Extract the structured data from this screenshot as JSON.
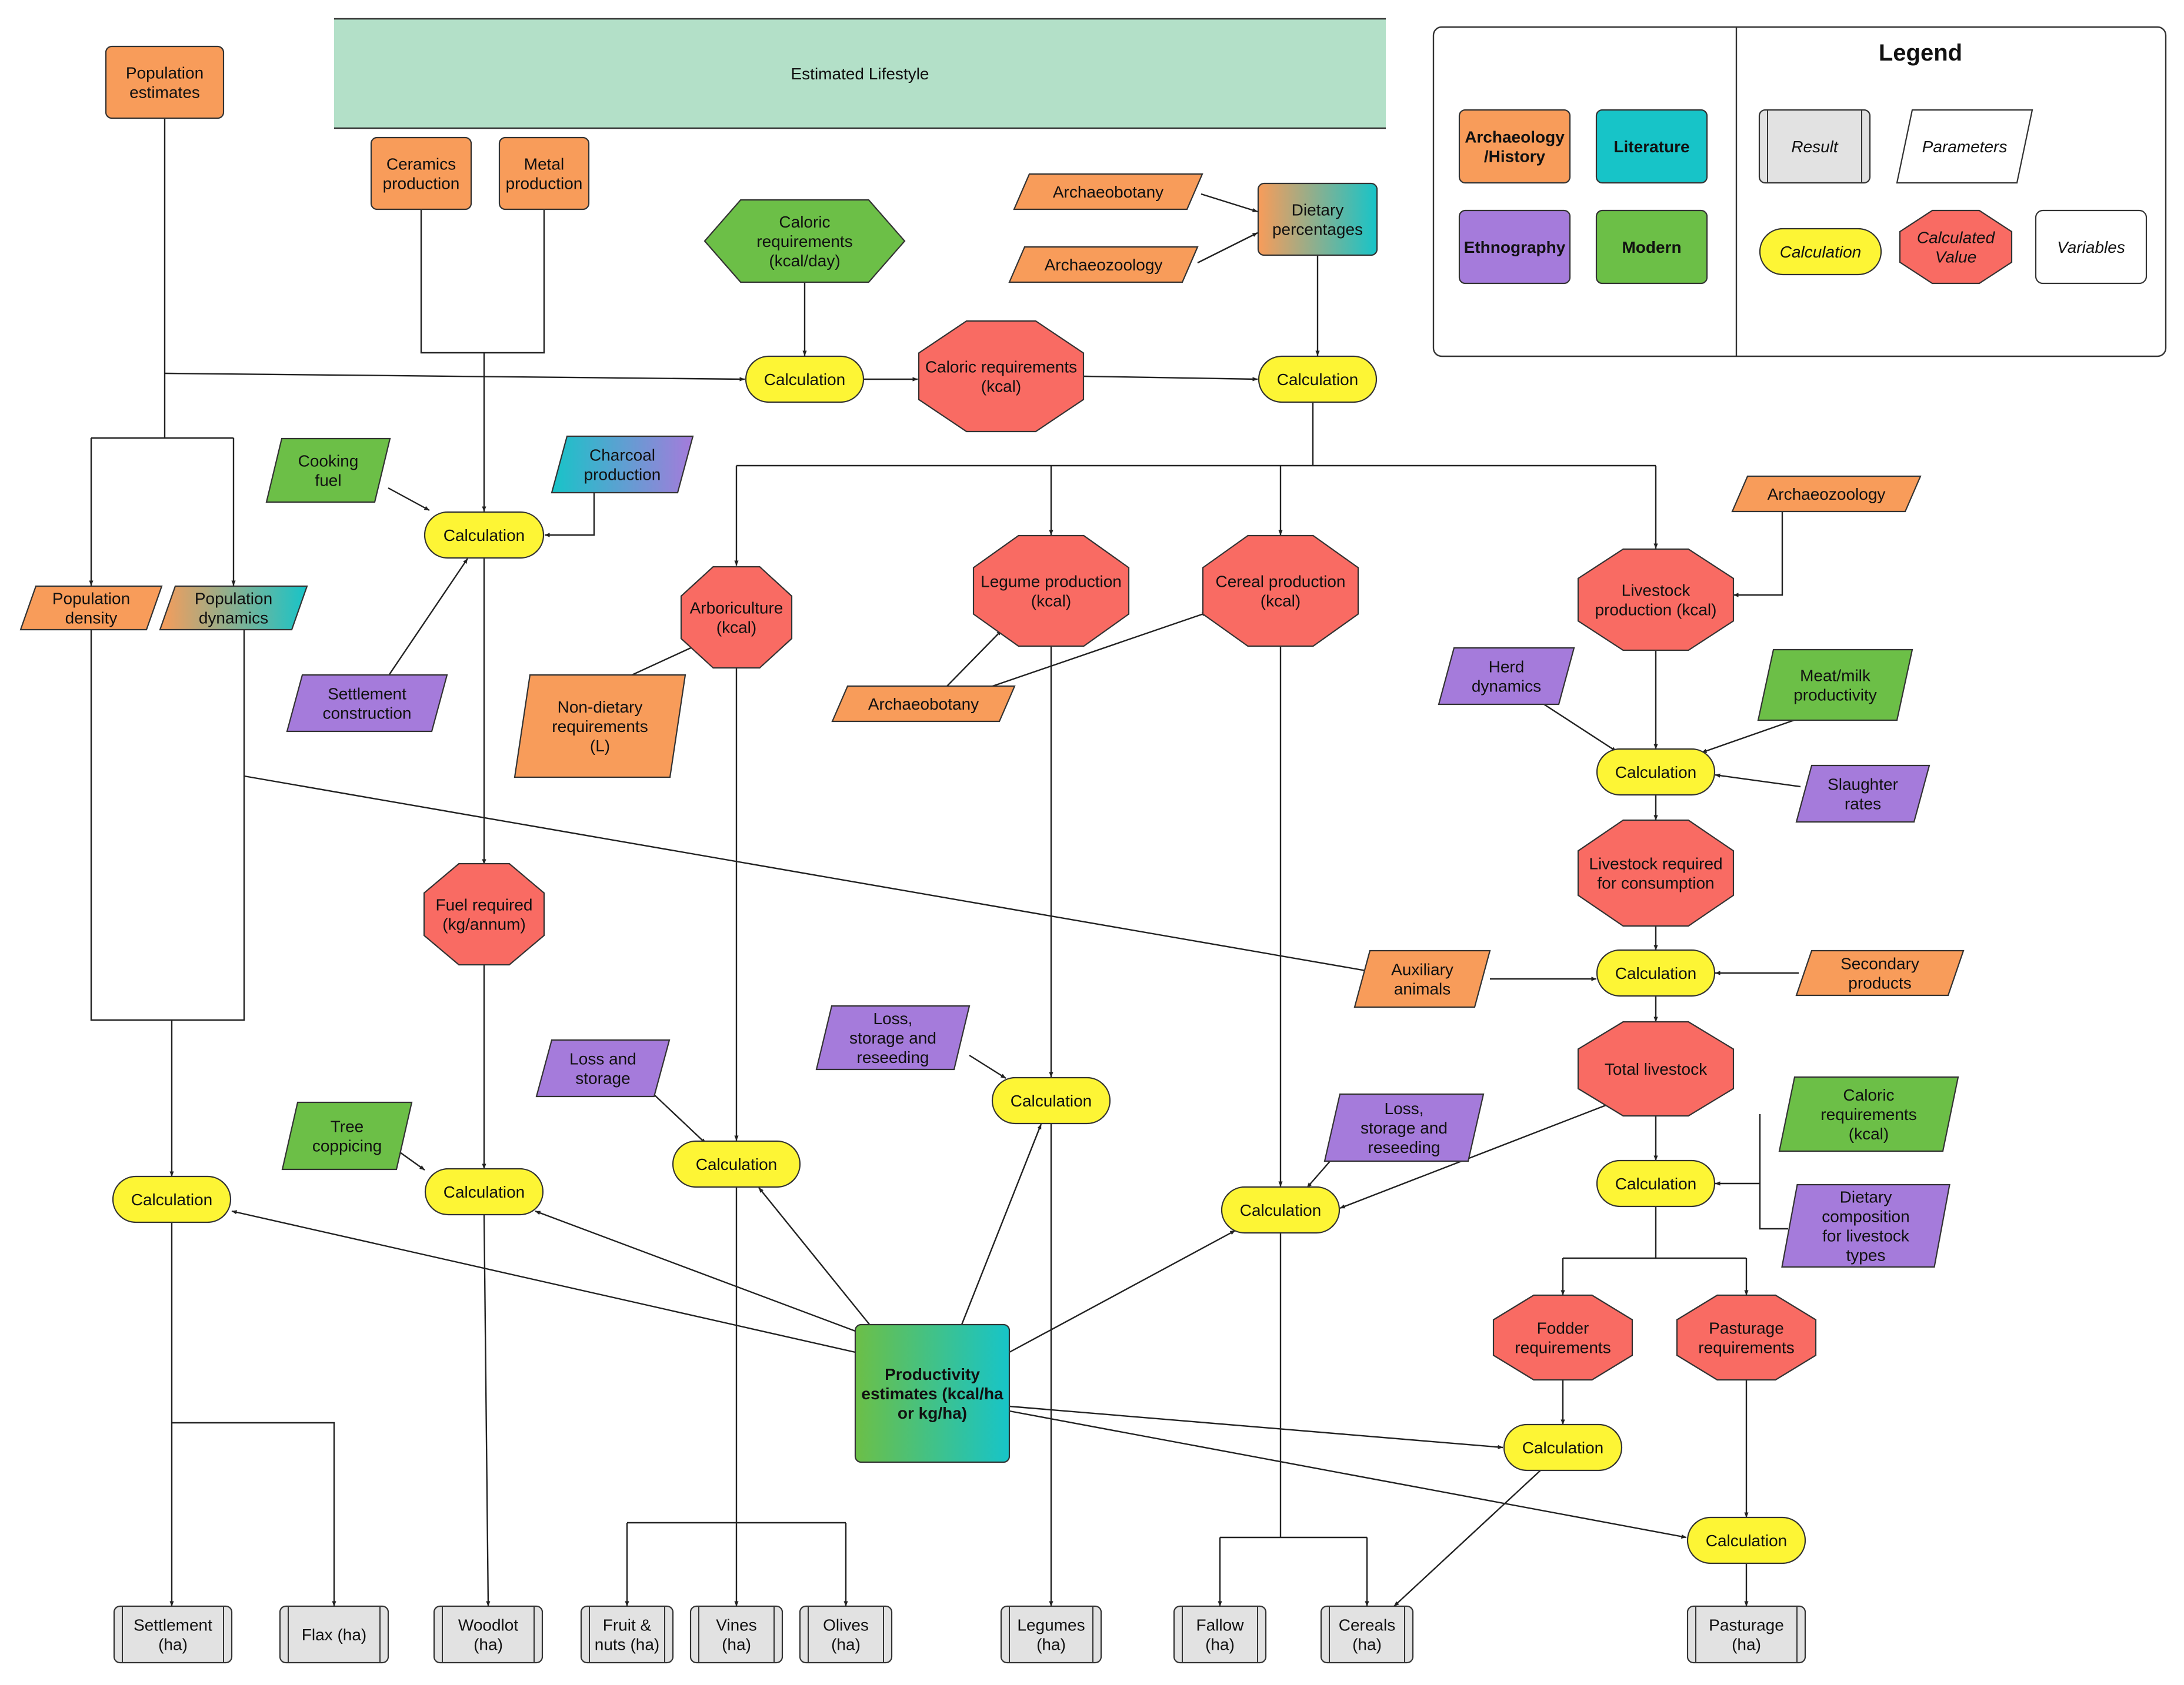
{
  "colors": {
    "archaeology": "#f89c5a",
    "literature": "#17c4c8",
    "ethnography": "#a57bdb",
    "modern": "#6cbf47",
    "calculation": "#fdf535",
    "calculated_value": "#f96b63",
    "result": "#e2e2e2",
    "banner": "#b3e0c8",
    "parameters": "#ffffff"
  },
  "banner": {
    "label": "Estimated Lifestyle"
  },
  "legend": {
    "title": "Legend",
    "sources": [
      {
        "id": "archaeology",
        "label": "Archaeology\n/History"
      },
      {
        "id": "literature",
        "label": "Literature"
      },
      {
        "id": "ethnography",
        "label": "Ethnography"
      },
      {
        "id": "modern",
        "label": "Modern"
      }
    ],
    "types": [
      {
        "id": "result",
        "label": "Result"
      },
      {
        "id": "parameters",
        "label": "Parameters"
      },
      {
        "id": "calculation",
        "label": "Calculation"
      },
      {
        "id": "calculated_value",
        "label": "Calculated\nValue"
      },
      {
        "id": "variables",
        "label": "Variables"
      }
    ]
  },
  "nodes": [
    {
      "id": "pop_est",
      "kind": "source",
      "color": "archaeology",
      "label": "Population\nestimates"
    },
    {
      "id": "ceramics",
      "kind": "source",
      "color": "archaeology",
      "label": "Ceramics\nproduction"
    },
    {
      "id": "metal",
      "kind": "source",
      "color": "archaeology",
      "label": "Metal\nproduction"
    },
    {
      "id": "caloric_req_day",
      "kind": "hexagon",
      "color": "modern",
      "label": "Caloric\nrequirements\n(kcal/day)"
    },
    {
      "id": "archaeobotany_top",
      "kind": "param",
      "color": "archaeology",
      "label": "Archaeobotany"
    },
    {
      "id": "archaeozoology_top",
      "kind": "param",
      "color": "archaeology",
      "label": "Archaeozoology"
    },
    {
      "id": "dietary_pct",
      "kind": "source",
      "color": "archaeology-literature",
      "label": "Dietary\npercentages"
    },
    {
      "id": "calc_a",
      "kind": "calc",
      "label": "Calculation"
    },
    {
      "id": "caloric_req_kcal",
      "kind": "octagon",
      "label": "Caloric requirements\n(kcal)"
    },
    {
      "id": "calc_b",
      "kind": "calc",
      "label": "Calculation"
    },
    {
      "id": "cooking_fuel",
      "kind": "param",
      "color": "modern",
      "label": "Cooking\nfuel"
    },
    {
      "id": "charcoal",
      "kind": "param",
      "color": "literature-ethnography",
      "label": "Charcoal\nproduction"
    },
    {
      "id": "calc_fuel",
      "kind": "calc",
      "label": "Calculation"
    },
    {
      "id": "pop_density",
      "kind": "param",
      "color": "archaeology",
      "label": "Population\ndensity"
    },
    {
      "id": "pop_dynamics",
      "kind": "param",
      "color": "archaeology-literature",
      "label": "Population\ndynamics"
    },
    {
      "id": "settlement_constr",
      "kind": "param",
      "color": "ethnography",
      "label": "Settlement\nconstruction"
    },
    {
      "id": "arboriculture",
      "kind": "octagon",
      "label": "Arboriculture\n(kcal)"
    },
    {
      "id": "non_dietary",
      "kind": "param",
      "color": "archaeology",
      "label": "Non-dietary\nrequirements\n(L)"
    },
    {
      "id": "legume_prod",
      "kind": "octagon",
      "label": "Legume production\n(kcal)"
    },
    {
      "id": "cereal_prod",
      "kind": "octagon",
      "label": "Cereal production\n(kcal)"
    },
    {
      "id": "archaeobotany_mid",
      "kind": "param",
      "color": "archaeology",
      "label": "Archaeobotany"
    },
    {
      "id": "livestock_prod",
      "kind": "octagon",
      "label": "Livestock\nproduction (kcal)"
    },
    {
      "id": "archaeozoology_right",
      "kind": "param",
      "color": "archaeology",
      "label": "Archaeozoology"
    },
    {
      "id": "herd_dyn",
      "kind": "param",
      "color": "ethnography",
      "label": "Herd\ndynamics"
    },
    {
      "id": "meat_milk",
      "kind": "param",
      "color": "modern",
      "label": "Meat/milk\nproductivity"
    },
    {
      "id": "calc_livestock",
      "kind": "calc",
      "label": "Calculation"
    },
    {
      "id": "slaughter",
      "kind": "param",
      "color": "ethnography",
      "label": "Slaughter\nrates"
    },
    {
      "id": "livestock_req",
      "kind": "octagon",
      "label": "Livestock required\nfor consumption"
    },
    {
      "id": "fuel_req",
      "kind": "octagon",
      "label": "Fuel required\n(kg/annum)"
    },
    {
      "id": "aux_animals",
      "kind": "param",
      "color": "archaeology",
      "label": "Auxiliary\nanimals"
    },
    {
      "id": "calc_aux",
      "kind": "calc",
      "label": "Calculation"
    },
    {
      "id": "secondary",
      "kind": "param",
      "color": "archaeology",
      "label": "Secondary\nproducts"
    },
    {
      "id": "loss_storage_1",
      "kind": "param",
      "color": "ethnography",
      "label": "Loss and\nstorage"
    },
    {
      "id": "loss_storage_2",
      "kind": "param",
      "color": "ethnography",
      "label": "Loss,\nstorage and\nreseeding"
    },
    {
      "id": "calc_legume",
      "kind": "calc",
      "label": "Calculation"
    },
    {
      "id": "total_livestock",
      "kind": "octagon",
      "label": "Total livestock"
    },
    {
      "id": "loss_storage_3",
      "kind": "param",
      "color": "ethnography",
      "label": "Loss,\nstorage and\nreseeding"
    },
    {
      "id": "caloric_req_right",
      "kind": "param",
      "color": "modern",
      "label": "Caloric\nrequirements\n(kcal)"
    },
    {
      "id": "tree_coppicing",
      "kind": "param",
      "color": "modern",
      "label": "Tree\ncoppicing"
    },
    {
      "id": "calc_arbor",
      "kind": "calc",
      "label": "Calculation"
    },
    {
      "id": "calc_settle",
      "kind": "calc",
      "label": "Calculation"
    },
    {
      "id": "calc_wood",
      "kind": "calc",
      "label": "Calculation"
    },
    {
      "id": "calc_cereal",
      "kind": "calc",
      "label": "Calculation"
    },
    {
      "id": "calc_totalstock",
      "kind": "calc",
      "label": "Calculation"
    },
    {
      "id": "dietary_comp",
      "kind": "param",
      "color": "ethnography",
      "label": "Dietary\ncomposition\nfor livestock\ntypes"
    },
    {
      "id": "productivity",
      "kind": "source",
      "color": "modern-literature",
      "label": "Productivity\nestimates (kcal/ha\nor kg/ha)"
    },
    {
      "id": "fodder_req",
      "kind": "octagon",
      "label": "Fodder\nrequirements"
    },
    {
      "id": "pasturage_req",
      "kind": "octagon",
      "label": "Pasturage\nrequirements"
    },
    {
      "id": "calc_fodder",
      "kind": "calc",
      "label": "Calculation"
    },
    {
      "id": "calc_pasture",
      "kind": "calc",
      "label": "Calculation"
    },
    {
      "id": "res_settlement",
      "kind": "result",
      "label": "Settlement\n(ha)"
    },
    {
      "id": "res_flax",
      "kind": "result",
      "label": "Flax (ha)"
    },
    {
      "id": "res_woodlot",
      "kind": "result",
      "label": "Woodlot\n(ha)"
    },
    {
      "id": "res_fruit",
      "kind": "result",
      "label": "Fruit &\nnuts (ha)"
    },
    {
      "id": "res_vines",
      "kind": "result",
      "label": "Vines\n(ha)"
    },
    {
      "id": "res_olives",
      "kind": "result",
      "label": "Olives\n(ha)"
    },
    {
      "id": "res_legumes",
      "kind": "result",
      "label": "Legumes\n(ha)"
    },
    {
      "id": "res_fallow",
      "kind": "result",
      "label": "Fallow\n(ha)"
    },
    {
      "id": "res_cereals",
      "kind": "result",
      "label": "Cereals\n(ha)"
    },
    {
      "id": "res_pasturage",
      "kind": "result",
      "label": "Pasturage\n(ha)"
    }
  ]
}
